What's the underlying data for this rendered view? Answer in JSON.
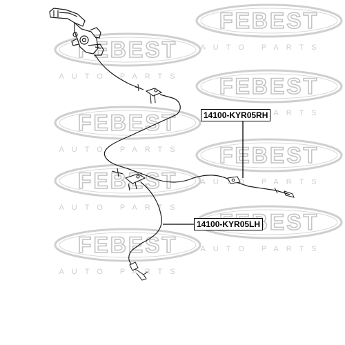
{
  "watermark": {
    "brand": "FEBEST",
    "tagline": "AUTO PARTS",
    "color": "#c9c9c9"
  },
  "parts": [
    {
      "name": "right-cable",
      "part_number": "14100-KYR05RH"
    },
    {
      "name": "left-cable",
      "part_number": "14100-KYR05LH"
    }
  ],
  "colors": {
    "line": "#1a1a1a",
    "label_border": "#000000"
  }
}
